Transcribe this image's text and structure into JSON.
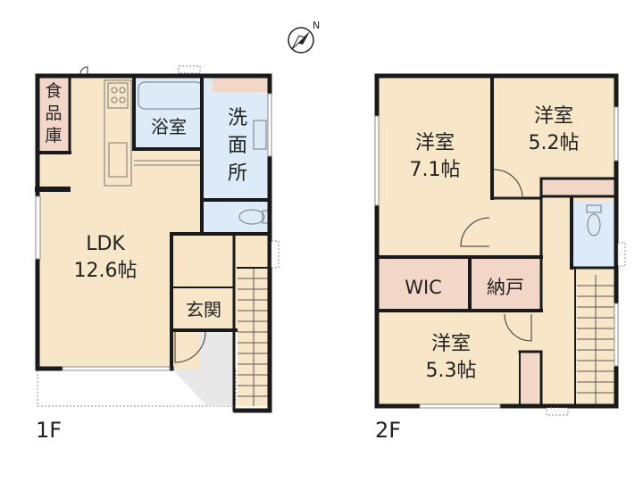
{
  "compass": {
    "north_label": "N"
  },
  "floor1": {
    "label": "1F",
    "rooms": {
      "pantry": [
        "食",
        "品",
        "庫"
      ],
      "ldk": [
        "LDK",
        "12.6帖"
      ],
      "bath": "浴室",
      "washroom": [
        "洗",
        "面",
        "所"
      ],
      "entrance": "玄関"
    }
  },
  "floor2": {
    "label": "2F",
    "rooms": {
      "western_a": [
        "洋室",
        "7.1帖"
      ],
      "western_b": [
        "洋室",
        "5.2帖"
      ],
      "wic": "WIC",
      "storage": "納戸",
      "western_c": [
        "洋室",
        "5.3帖"
      ]
    }
  },
  "colors": {
    "room": "#f8e6c8",
    "wet": "#dcebf7",
    "pantry": "#f2d6c8",
    "wall": "#1a1a1a",
    "porch": "#e8e8e8"
  }
}
